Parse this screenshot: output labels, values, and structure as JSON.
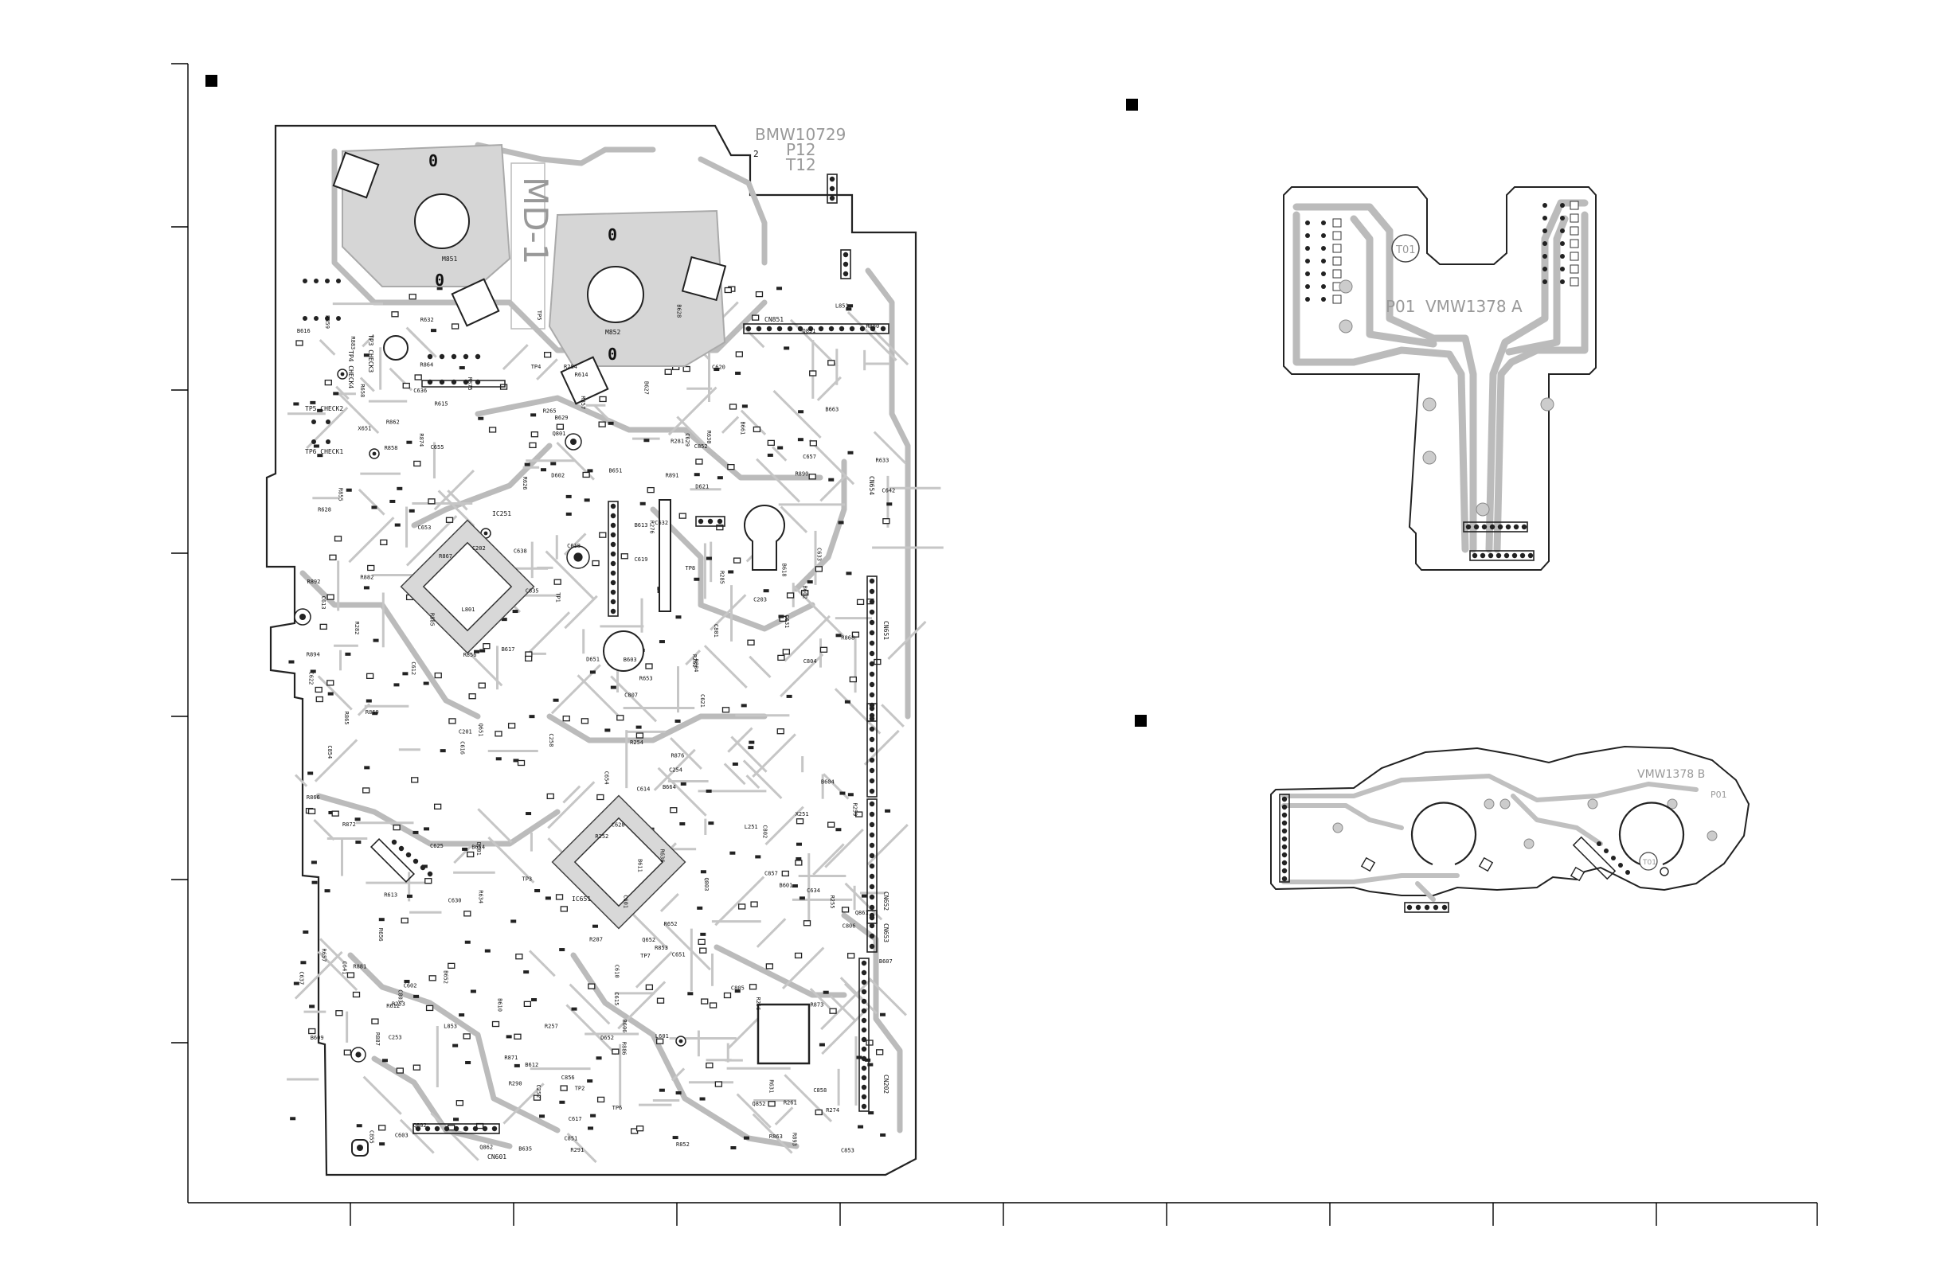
{
  "main_board": {
    "board_id": "BMW10729",
    "code_p": "P12",
    "code_t": "T12",
    "corner_num": "2",
    "silk_mark": "MD-1",
    "motor_labels": [
      "M851",
      "M852"
    ],
    "ic_labels": [
      "IC251",
      "IC651"
    ],
    "connector_labels": [
      "CN851",
      "CN654",
      "CN651",
      "CN652",
      "CN653",
      "CN601",
      "CN202"
    ],
    "component_labels": [
      "R284",
      "R852",
      "R853",
      "R855",
      "R856",
      "R857",
      "R858",
      "R859",
      "R862",
      "R863",
      "R864",
      "R865",
      "R866",
      "R867",
      "R868",
      "R869",
      "R871",
      "R872",
      "R873",
      "R874",
      "R875",
      "R876",
      "R880",
      "R881",
      "R882",
      "R883",
      "R884",
      "R885",
      "R886",
      "R887",
      "R890",
      "R891",
      "R892",
      "R893",
      "R894",
      "R252",
      "R253",
      "R254",
      "R255",
      "R256",
      "R257",
      "R259",
      "R261",
      "R262",
      "R265",
      "R274",
      "R276",
      "R281",
      "R282",
      "R285",
      "R287",
      "R290",
      "R291",
      "R612",
      "R613",
      "R614",
      "R615",
      "R626",
      "R628",
      "R630",
      "R631",
      "R632",
      "R633",
      "R634",
      "R636",
      "R652",
      "R653",
      "R656",
      "R657",
      "R658",
      "C201",
      "C202",
      "C203",
      "C252",
      "C253",
      "C254",
      "C258",
      "C601",
      "C602",
      "C603",
      "C610",
      "C612",
      "C613",
      "C614",
      "C615",
      "C616",
      "C617",
      "C618",
      "C619",
      "C620",
      "C621",
      "C622",
      "C625",
      "C628",
      "C629",
      "C630",
      "C631",
      "C632",
      "C633",
      "C634",
      "C635",
      "C636",
      "C637",
      "C638",
      "C641",
      "C642",
      "C651",
      "C653",
      "C654",
      "C655",
      "C657",
      "C801",
      "C802",
      "C803",
      "C804",
      "C805",
      "C806",
      "C807",
      "C851",
      "C852",
      "C853",
      "C854",
      "C855",
      "C856",
      "C857",
      "C858",
      "Q651",
      "Q652",
      "Q801",
      "Q802",
      "Q803",
      "Q851",
      "Q852",
      "Q861",
      "Q862",
      "D601",
      "D602",
      "D621",
      "D651",
      "D652",
      "X251",
      "X651",
      "L251",
      "L601",
      "L801",
      "L851",
      "L853",
      "B601",
      "B602",
      "B603",
      "B604",
      "B606",
      "B607",
      "B609",
      "B610",
      "B611",
      "B612",
      "B613",
      "B614",
      "B616",
      "B617",
      "B618",
      "B627",
      "B628",
      "B629",
      "B635",
      "B651",
      "B652",
      "B661",
      "B663",
      "B664",
      "TP1",
      "TP2",
      "TP3",
      "TP4",
      "TP5",
      "TP6",
      "TP7",
      "TP8"
    ],
    "check_labels": [
      "TP5 CHECK2",
      "TP6 CHECK1",
      "TP3 CHECK3",
      "TP4 CHECK4"
    ]
  },
  "board_a": {
    "id": "VMW1378 A",
    "p_code": "P01",
    "t_code": "T01"
  },
  "board_b": {
    "id": "VMW1378 B",
    "p_code": "P01",
    "t_code": "T01"
  }
}
